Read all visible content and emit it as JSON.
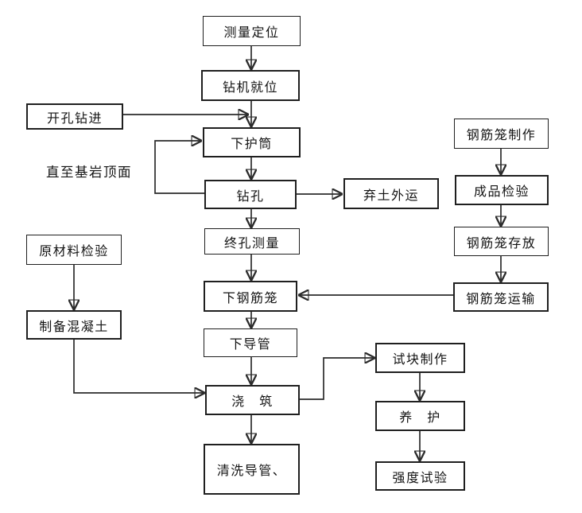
{
  "diagram": {
    "type": "flowchart",
    "language": "zh-CN",
    "background_color": "#ffffff",
    "line_color": "#2b2b2b",
    "box_border_color": "#1f1f1f",
    "nodes": {
      "survey_positioning": "测量定位",
      "drill_rig_in_place": "钻机就位",
      "open_hole_drilling": "开孔钻进",
      "install_casing": "下护筒",
      "drilling": "钻孔",
      "spoil_removal": "弃土外运",
      "final_hole_survey": "终孔测量",
      "lower_rebar_cage": "下钢筋笼",
      "lower_tremie_pipe": "下导管",
      "pouring": "浇　筑",
      "clean_tremie_pipe": "清洗导管、",
      "raw_material_inspection": "原材料检验",
      "prepare_concrete": "制备混凝土",
      "rebar_cage_fabrication": "钢筋笼制作",
      "finished_product_inspection": "成品检验",
      "rebar_cage_storage": "钢筋笼存放",
      "rebar_cage_transport": "钢筋笼运输",
      "test_block_making": "试块制作",
      "curing": "养　护",
      "strength_test": "强度试验"
    },
    "annotation": "直至基岩顶面",
    "edges": [
      {
        "from": "测量定位",
        "to": "钻机就位"
      },
      {
        "from": "钻机就位",
        "to": "下护筒"
      },
      {
        "from": "开孔钻进",
        "to": "下护筒"
      },
      {
        "from": "下护筒",
        "to": "钻孔"
      },
      {
        "from": "钻孔",
        "to": "下护筒"
      },
      {
        "from": "钻孔",
        "to": "弃土外运"
      },
      {
        "from": "钻孔",
        "to": "终孔测量"
      },
      {
        "from": "终孔测量",
        "to": "下钢筋笼"
      },
      {
        "from": "下钢筋笼",
        "to": "下导管"
      },
      {
        "from": "下导管",
        "to": "浇　筑"
      },
      {
        "from": "浇　筑",
        "to": "清洗导管、"
      },
      {
        "from": "原材料检验",
        "to": "制备混凝土"
      },
      {
        "from": "制备混凝土",
        "to": "浇　筑"
      },
      {
        "from": "钢筋笼制作",
        "to": "成品检验"
      },
      {
        "from": "成品检验",
        "to": "钢筋笼存放"
      },
      {
        "from": "钢筋笼存放",
        "to": "钢筋笼运输"
      },
      {
        "from": "钢筋笼运输",
        "to": "下钢筋笼"
      },
      {
        "from": "浇　筑",
        "to": "试块制作"
      },
      {
        "from": "试块制作",
        "to": "养　护"
      },
      {
        "from": "养　护",
        "to": "强度试验"
      }
    ]
  }
}
